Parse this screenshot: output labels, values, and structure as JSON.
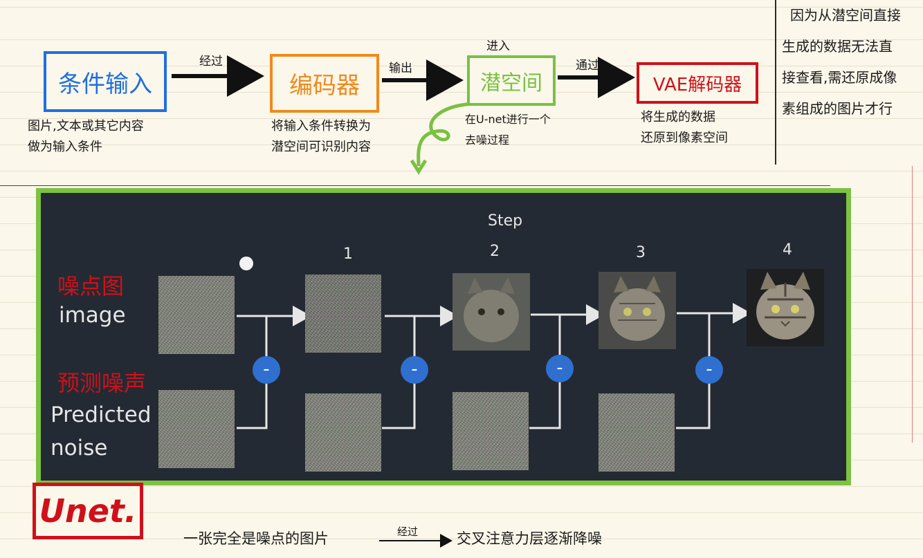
{
  "flow": {
    "boxes": {
      "input": "条件输入",
      "encoder": "编码器",
      "latent": "潜空间",
      "vae": "VAE解码器"
    },
    "arrow_labels": {
      "input_to_encoder": "经过",
      "encoder_to_latent": "输出",
      "into_latent": "进入",
      "latent_to_vae": "通过"
    },
    "captions": {
      "input": [
        "图片,文本或其它内容",
        "做为输入条件"
      ],
      "encoder": [
        "将输入条件转换为",
        "潜空间可识别内容"
      ],
      "latent": [
        "在U-net进行一个",
        "去噪过程"
      ],
      "vae": [
        "将生成的数据",
        "还原到像素空间"
      ]
    }
  },
  "side_note": [
    "因为从潜空间直接",
    "生成的数据无法直",
    "接查看,需还原成像",
    "素组成的图片才行"
  ],
  "panel": {
    "step_title": "Step",
    "steps": [
      "1",
      "2",
      "3",
      "4"
    ],
    "rows": {
      "image_cn": "噪点图",
      "image_en": "image",
      "noise_cn": "预测噪声",
      "noise_en_1": "Predicted",
      "noise_en_2": "noise"
    },
    "operator": "-"
  },
  "unet_label": "Unet.",
  "bottom_note": {
    "left": "一张完全是噪点的图片",
    "middle": "经过",
    "right": "交叉注意力层逐渐降噪"
  },
  "colors": {
    "input": "#1f6fe0",
    "encoder": "#f08a1c",
    "latent": "#79c142",
    "vae": "#d0101a",
    "panel_bg": "#242a33",
    "minus_button": "#2f6fd0"
  }
}
